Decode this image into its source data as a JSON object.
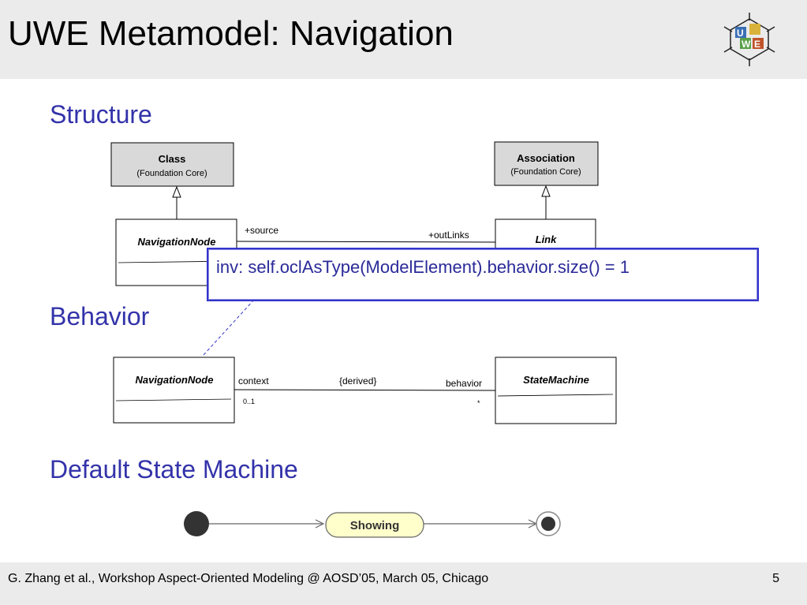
{
  "header": {
    "title": "UWE Metamodel: Navigation",
    "logo_letters": "UWE"
  },
  "sections": {
    "structure": "Structure",
    "behavior": "Behavior",
    "default_state_machine": "Default State Machine"
  },
  "structure_diagram": {
    "class_name": "Class",
    "class_package": "(Foundation Core)",
    "association_name": "Association",
    "association_package": "(Foundation Core)",
    "navigation_node": "NavigationNode",
    "link": "Link",
    "source_role": "+source",
    "outlinks_role": "+outLinks"
  },
  "ocl_constraint": "inv: self.oclAsType(ModelElement).behavior.size() = 1",
  "behavior_diagram": {
    "navigation_node": "NavigationNode",
    "state_machine": "StateMachine",
    "context_role": "context",
    "context_multiplicity": "0..1",
    "derived_label": "{derived}",
    "behavior_role": "behavior",
    "behavior_multiplicity": "*"
  },
  "state_machine": {
    "state_label": "Showing"
  },
  "footer": {
    "text": "G. Zhang et al., Workshop Aspect-Oriented Modeling @ AOSD’05, March 05, Chicago",
    "page_number": "5"
  },
  "colors": {
    "section_heading": "#3333aa",
    "ocl_border": "#3333cc",
    "state_fill": "#ffffcc",
    "header_bg": "#ebebeb"
  }
}
